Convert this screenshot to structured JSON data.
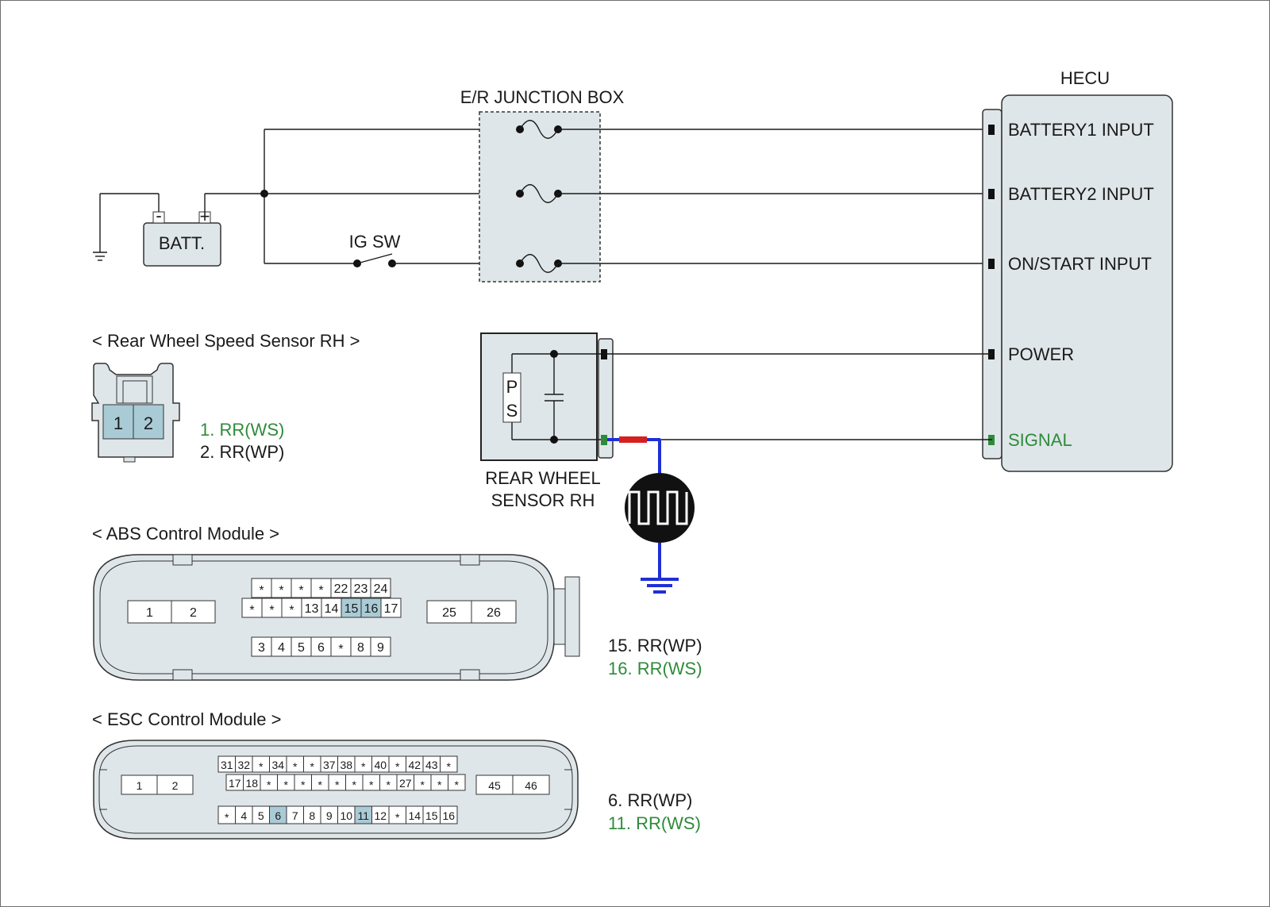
{
  "junction_box": {
    "title": "E/R JUNCTION BOX"
  },
  "battery": {
    "label": "BATT.",
    "neg": "-",
    "pos": "+"
  },
  "ig_switch": {
    "label": "IG SW"
  },
  "hecu": {
    "title": "HECU",
    "inputs": [
      "BATTERY1 INPUT",
      "BATTERY2 INPUT",
      "ON/START INPUT",
      "POWER",
      "SIGNAL"
    ]
  },
  "sensor": {
    "title_line1": "REAR WHEEL",
    "title_line2": "SENSOR RH",
    "letter_p": "P",
    "letter_s": "S"
  },
  "rear_wheel_connector": {
    "heading": "< Rear Wheel Speed Sensor RH >",
    "pins": [
      "1",
      "2"
    ],
    "legend": [
      {
        "text": "1. RR(WS)",
        "color": "#2e8b3a"
      },
      {
        "text": "2. RR(WP)",
        "color": "#1a1a1a"
      }
    ]
  },
  "abs_module": {
    "heading": "< ABS Control Module >",
    "left_pins": [
      "1",
      "2"
    ],
    "right_pins": [
      "25",
      "26"
    ],
    "row1": [
      "*",
      "*",
      "*",
      "*",
      "22",
      "23",
      "24"
    ],
    "row2": [
      "*",
      "*",
      "*",
      "13",
      "14",
      "15",
      "16",
      "17"
    ],
    "row2_highlight": [
      "15",
      "16"
    ],
    "row3": [
      "3",
      "4",
      "5",
      "6",
      "*",
      "8",
      "9"
    ],
    "legend": [
      {
        "text": "15. RR(WP)",
        "color": "#1a1a1a"
      },
      {
        "text": "16. RR(WS)",
        "color": "#2e8b3a"
      }
    ]
  },
  "esc_module": {
    "heading": "< ESC Control Module >",
    "left_pins": [
      "1",
      "2"
    ],
    "right_pins": [
      "45",
      "46"
    ],
    "row1": [
      "31",
      "32",
      "*",
      "34",
      "*",
      "*",
      "37",
      "38",
      "*",
      "40",
      "*",
      "42",
      "43",
      "*"
    ],
    "row2": [
      "17",
      "18",
      "*",
      "*",
      "*",
      "*",
      "*",
      "*",
      "*",
      "*",
      "27",
      "*",
      "*",
      "*"
    ],
    "row3": [
      "*",
      "4",
      "5",
      "6",
      "7",
      "8",
      "9",
      "10",
      "11",
      "12",
      "*",
      "14",
      "15",
      "16"
    ],
    "row3_highlight": [
      "6",
      "11"
    ],
    "legend": [
      {
        "text": "6. RR(WP)",
        "color": "#1a1a1a"
      },
      {
        "text": "11. RR(WS)",
        "color": "#2e8b3a"
      }
    ]
  },
  "colors": {
    "signal_green": "#2e8b3a",
    "highlight_cell": "#a9cbd6",
    "module_fill": "#dfe6e9",
    "ground_wire": "#1f2fd6",
    "signal_wire": "#d62020"
  }
}
